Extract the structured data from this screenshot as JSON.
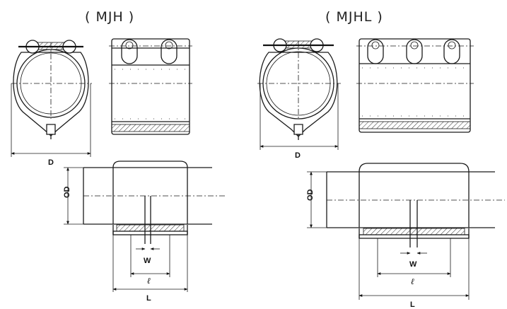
{
  "titles": {
    "left": "( MJH )",
    "right": "( MJHL )"
  },
  "labels": {
    "left": {
      "D": "D",
      "OD": "OD",
      "W": "W",
      "l": "ℓ",
      "L": "L"
    },
    "right": {
      "D": "D",
      "OD": "OD",
      "W": "W",
      "l": "ℓ",
      "L": "L"
    }
  }
}
